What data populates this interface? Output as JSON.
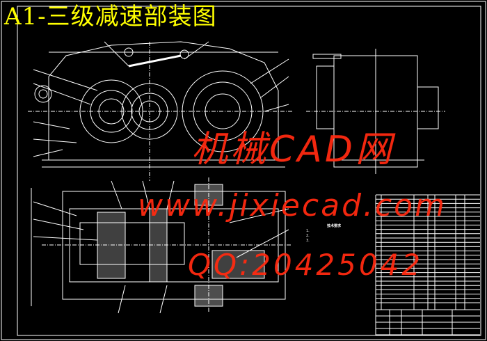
{
  "title": "A1-三级减速部装图",
  "watermark": {
    "site_name": "机械CAD网",
    "url": "www.jixiecad.com",
    "qq": "QQ:20425042"
  },
  "technical_requirements": {
    "heading": "技术要求",
    "lines": [
      "1.",
      "2.",
      "3."
    ]
  },
  "colors": {
    "background": "#000000",
    "lines": "#ffffff",
    "title": "#ffff00",
    "watermark": "#ff2a10"
  }
}
